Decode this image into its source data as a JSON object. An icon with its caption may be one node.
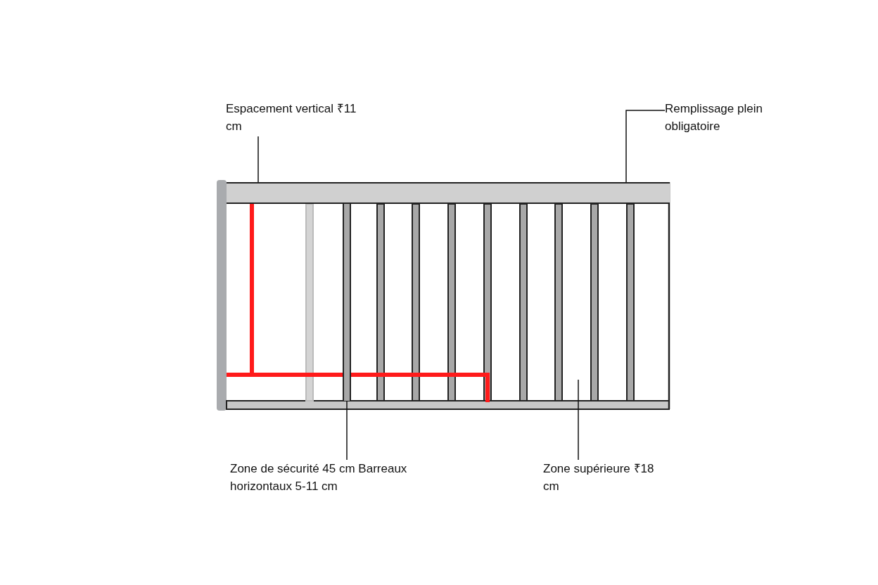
{
  "diagram": {
    "nodes": [
      {
        "text": [
          "Espacement vertical ₹11 cm"
        ]
      },
      {
        "text": [
          "Remplissage plein obligatoire"
        ]
      },
      {
        "text": [
          "Zone de sécurité 45 cm Barreaux horizontaux 5-11 cm"
        ]
      },
      {
        "text": [
          "Zone supérieure ₹18 cm"
        ]
      },
      {
        "text": [],
        "shape": "bar"
      },
      {
        "text": [],
        "shape": "bar"
      }
    ],
    "edges": [
      {
        "from": 0,
        "to": 4,
        "arrow": "none"
      },
      {
        "from": 1,
        "to": 4,
        "arrow": "none"
      },
      {
        "from": 2,
        "to": 5,
        "arrow": "none"
      },
      {
        "from": 3,
        "to": null,
        "arrow": "none"
      }
    ]
  }
}
